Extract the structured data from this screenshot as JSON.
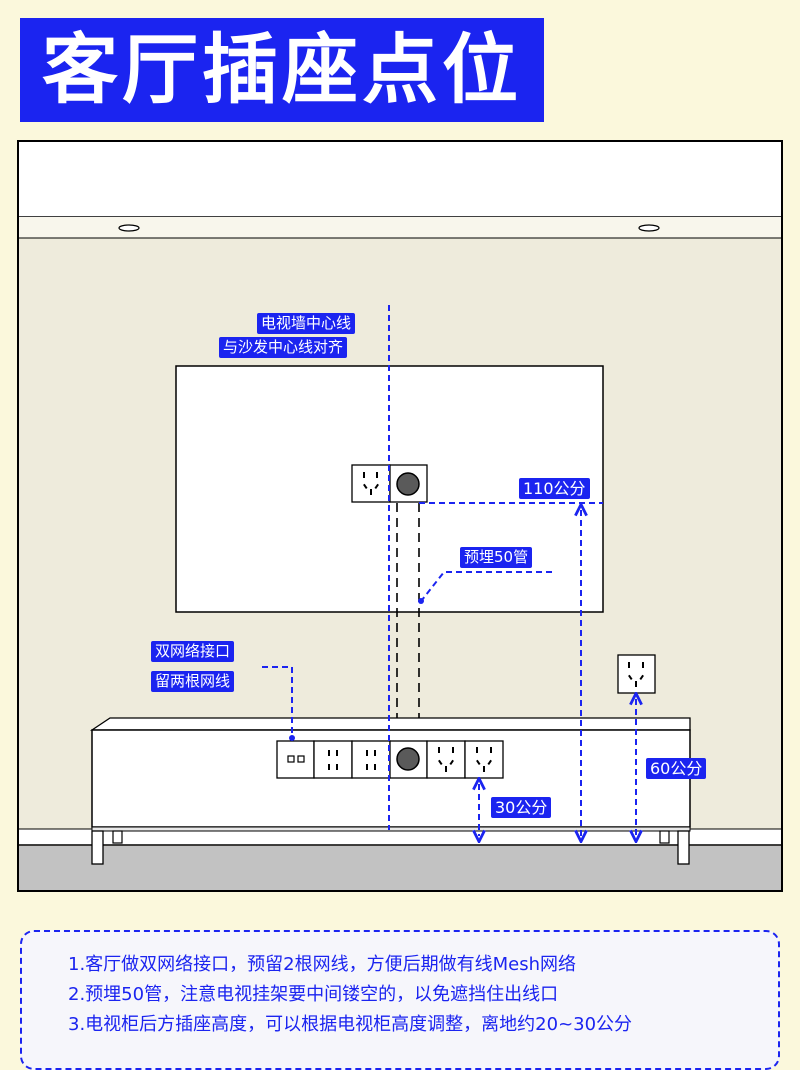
{
  "title": "客厅插座点位",
  "labels": {
    "center_line_1": "电视墙中心线",
    "center_line_2": "与沙发中心线对齐",
    "height_110": "110公分",
    "pipe": "预埋50管",
    "network_1": "双网络接口",
    "network_2": "留两根网线",
    "height_60": "60公分",
    "height_30": "30公分"
  },
  "notes": [
    "1.客厅做双网络接口，预留2根网线，方便后期做有线Mesh网络",
    "2.预埋50管，注意电视挂架要中间镂空的，以免遮挡住出线口",
    "3.电视柜后方插座高度，可以根据电视柜高度调整，离地约20~30公分"
  ],
  "colors": {
    "accent": "#1b24f0",
    "wall": "#eeebdc",
    "floor": "#c2c2c2",
    "background": "#fbf8dc"
  }
}
